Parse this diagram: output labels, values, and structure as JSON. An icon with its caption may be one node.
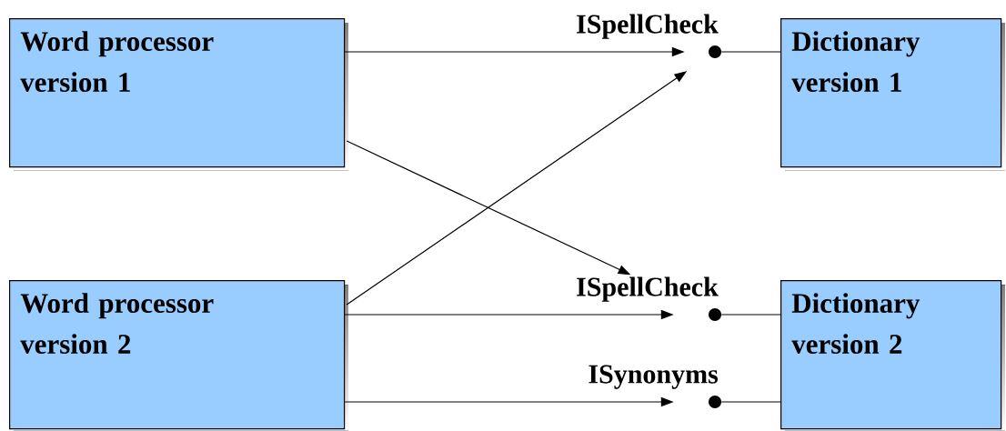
{
  "diagram": {
    "nodes": [
      {
        "text": [
          "Word processor version 1"
        ]
      },
      {
        "text": [
          "Dictionary version 1"
        ]
      },
      {
        "text": [
          "Word processor version 2"
        ]
      },
      {
        "text": [
          "Dictionary version 2"
        ]
      },
      {
        "text": [
          "ISpellCheck"
        ]
      },
      {
        "text": [
          "ISpellCheck"
        ]
      },
      {
        "text": [
          "ISynonyms"
        ]
      }
    ],
    "edges": [
      {
        "from": 0,
        "to": 4,
        "arrow": "to"
      },
      {
        "from": 0,
        "to": 5,
        "arrow": "to"
      },
      {
        "from": 2,
        "to": 4,
        "arrow": "to"
      },
      {
        "from": 2,
        "to": 5,
        "arrow": "to"
      },
      {
        "from": 2,
        "to": 6,
        "arrow": "to"
      },
      {
        "from": 1,
        "to": 4,
        "arrow": "none"
      },
      {
        "from": 3,
        "to": 5,
        "arrow": "none"
      },
      {
        "from": 3,
        "to": 6,
        "arrow": "none"
      }
    ]
  }
}
